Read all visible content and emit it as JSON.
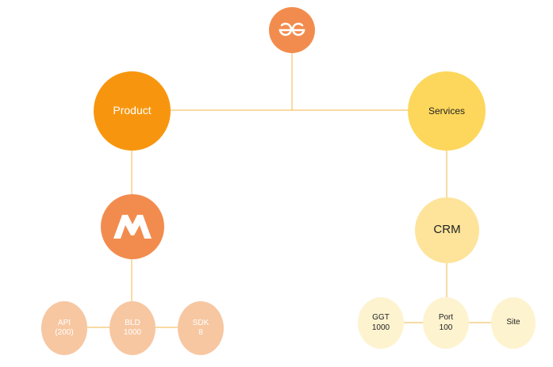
{
  "colors": {
    "line": "#f5c36b",
    "root": "#f28c4e",
    "product": "#f7960e",
    "services": "#fdd75c",
    "m_logo": "#f28c4e",
    "crm": "#fde49a",
    "product_leaf": "#f7c7a2",
    "services_leaf": "#fdf3cf"
  },
  "root": {
    "icon": "gfg-logo-icon"
  },
  "branches": {
    "product": {
      "label": "Product",
      "child_icon": "m-logo-icon",
      "leaves": [
        {
          "line1": "API",
          "line2": "(200)"
        },
        {
          "line1": "BLD",
          "line2": "1000"
        },
        {
          "line1": "SDK",
          "line2": "8"
        }
      ]
    },
    "services": {
      "label": "Services",
      "child_label": "CRM",
      "leaves": [
        {
          "line1": "GGT",
          "line2": "1000"
        },
        {
          "line1": "Port",
          "line2": "100"
        },
        {
          "line1": "Site",
          "line2": ""
        }
      ]
    }
  }
}
